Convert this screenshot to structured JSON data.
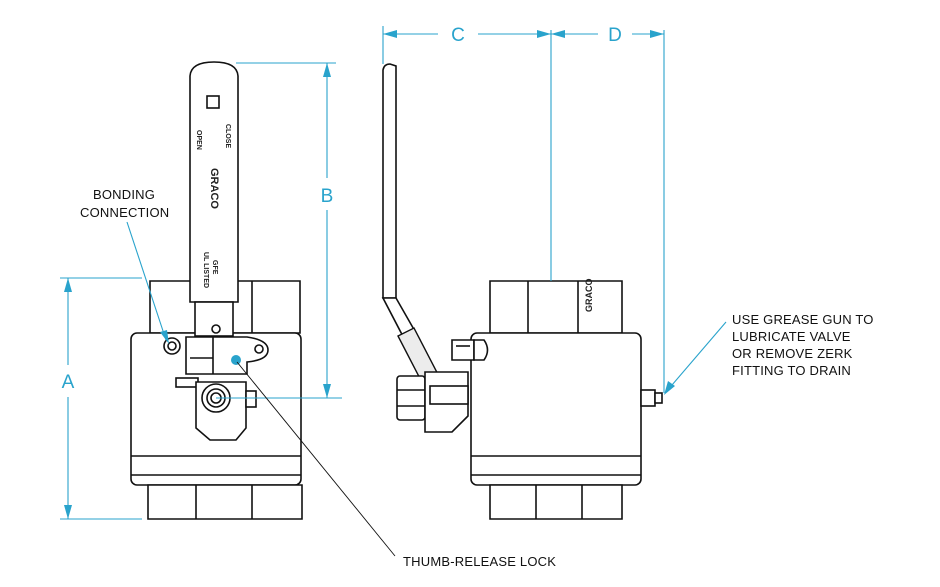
{
  "dimensions": {
    "a": "A",
    "b": "B",
    "c": "C",
    "d": "D"
  },
  "callouts": {
    "bonding_line1": "BONDING",
    "bonding_line2": "CONNECTION",
    "thumb_release": "THUMB-RELEASE LOCK",
    "grease_line1": "USE GREASE GUN TO",
    "grease_line2": "LUBRICATE VALVE",
    "grease_line3": "OR REMOVE ZERK",
    "grease_line4": "FITTING TO DRAIN"
  },
  "handle_markings": {
    "open": "OPEN",
    "close": "CLOSE",
    "brand": "GRACO",
    "ul_line1": "UL LISTED",
    "ul_line2": "GFE",
    "body_brand": "GRACO"
  },
  "colors": {
    "dimension": "#29a3cc",
    "line": "#111111"
  }
}
